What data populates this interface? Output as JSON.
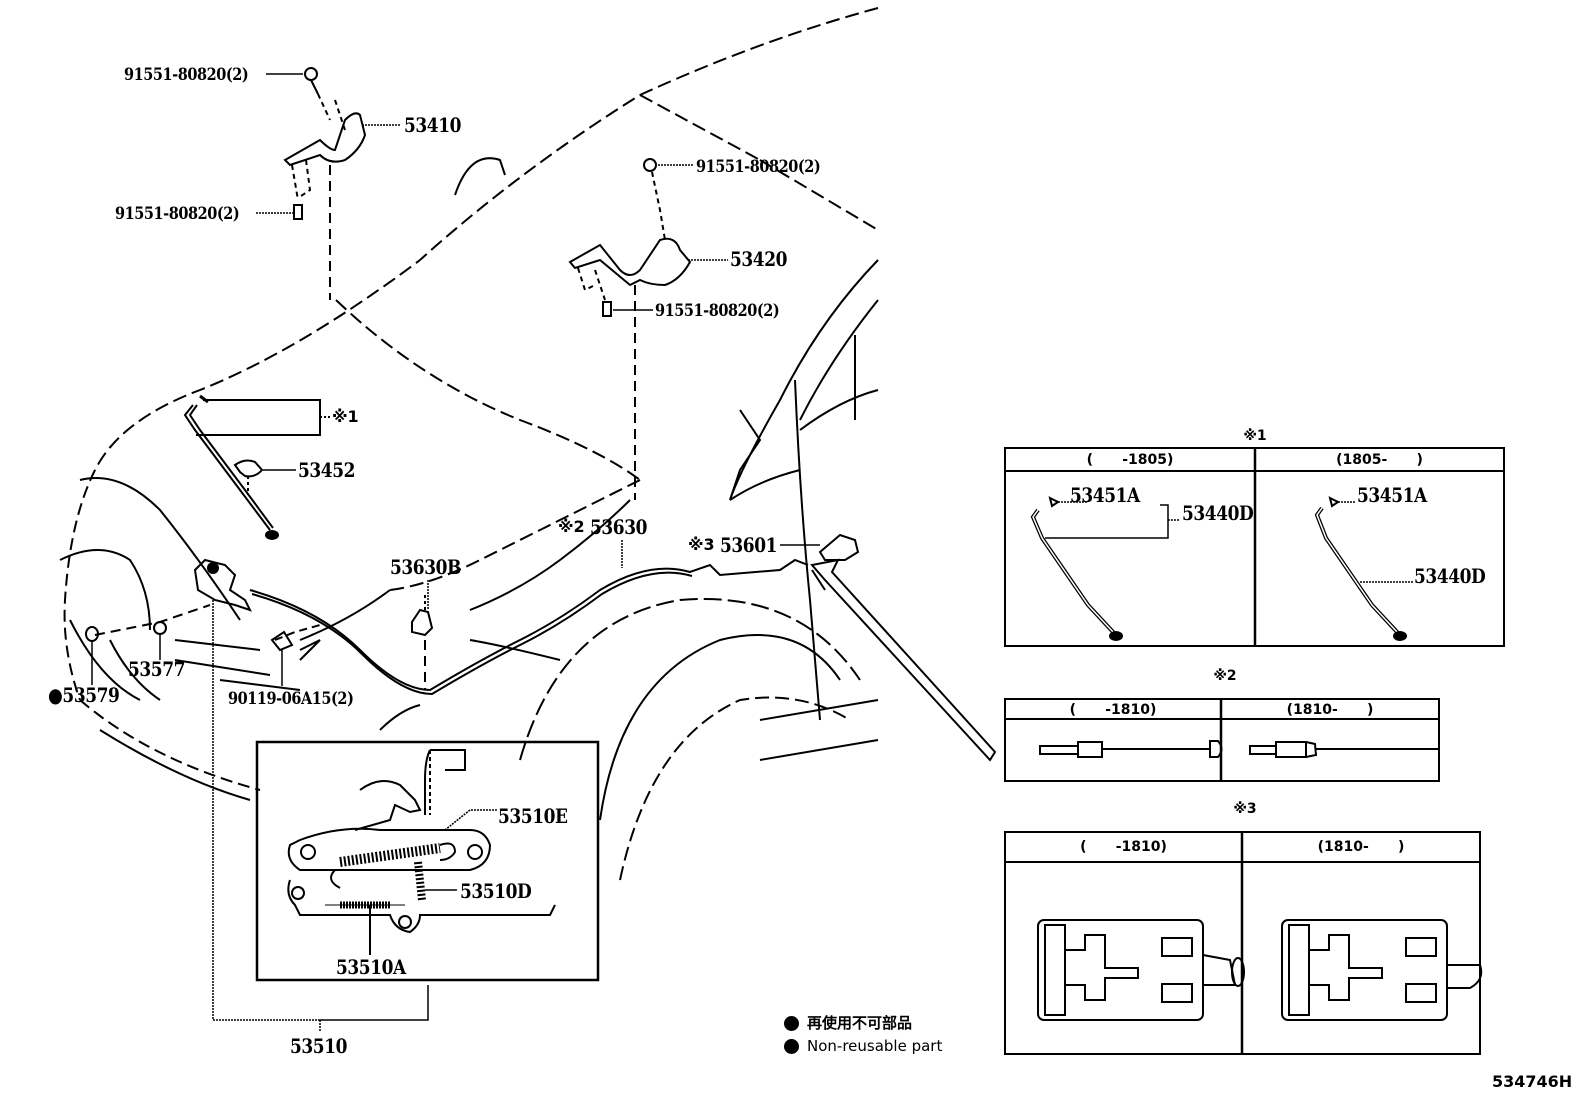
{
  "diagram": {
    "drawing_id": "534746H",
    "parts": {
      "bolt_top_left": "91551-80820(2)",
      "bolt_bottom_left": "91551-80820(2)",
      "hinge_lh": "53410",
      "bolt_top_right": "91551-80820(2)",
      "hinge_rh": "53420",
      "bolt_bottom_right": "91551-80820(2)",
      "hood_support_ref": "※1",
      "support_bracket": "53452",
      "release_cable": "53630",
      "release_cable_ref": "※2",
      "cable_clamp": "53630B",
      "release_lever": "53601",
      "release_lever_ref": "※3",
      "cushion_1": "53577",
      "cushion_2": "53579",
      "bolt_lock": "90119-06A15(2)",
      "lock_assembly": "53510",
      "lock_spring_e": "53510E",
      "lock_spring_d": "53510D",
      "lock_spring_a": "53510A"
    },
    "non_reusable_marker": "●",
    "legend": {
      "jp": "再使用不可部品",
      "en": "Non-reusable part"
    },
    "variant_tables": [
      {
        "ref": "※1",
        "columns": [
          {
            "header": "(      -1805)",
            "labels": [
              "53451A",
              "53440D"
            ]
          },
          {
            "header": "(1805-      )",
            "labels": [
              "53451A",
              "53440D"
            ]
          }
        ]
      },
      {
        "ref": "※2",
        "columns": [
          {
            "header": "(      -1810)",
            "labels": []
          },
          {
            "header": "(1810-      )",
            "labels": []
          }
        ]
      },
      {
        "ref": "※3",
        "columns": [
          {
            "header": "(      -1810)",
            "labels": []
          },
          {
            "header": "(1810-      )",
            "labels": []
          }
        ]
      }
    ]
  }
}
